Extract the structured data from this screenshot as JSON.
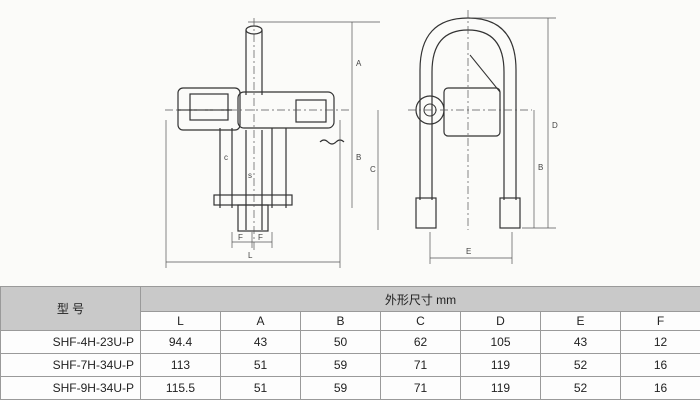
{
  "drawing": {
    "labels": {
      "A_front": "A",
      "B_front": "B",
      "C_front": "C",
      "L_front": "L",
      "F_left": "F",
      "F_right": "F",
      "D_side": "D",
      "B_side": "B",
      "E_side": "E",
      "c_small": "c",
      "s_small": "s"
    }
  },
  "table": {
    "model_header": "型 号",
    "dims_header": "外形尺寸 mm",
    "columns": [
      "L",
      "A",
      "B",
      "C",
      "D",
      "E",
      "F"
    ],
    "rows": [
      {
        "model": "SHF-4H-23U-P",
        "values": [
          "94.4",
          "43",
          "50",
          "62",
          "105",
          "43",
          "12"
        ]
      },
      {
        "model": "SHF-7H-34U-P",
        "values": [
          "113",
          "51",
          "59",
          "71",
          "119",
          "52",
          "16"
        ]
      },
      {
        "model": "SHF-9H-34U-P",
        "values": [
          "115.5",
          "51",
          "59",
          "71",
          "119",
          "52",
          "16"
        ]
      }
    ]
  }
}
